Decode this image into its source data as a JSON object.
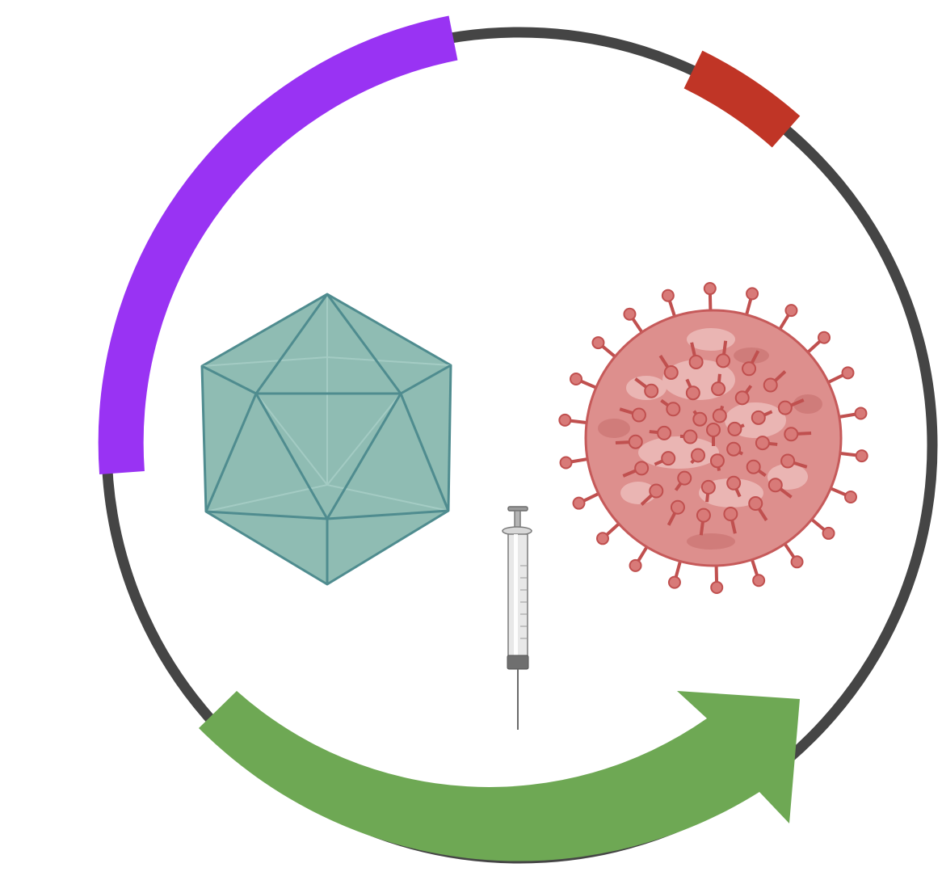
{
  "diagram": {
    "type": "plasmid-map",
    "backbone": {
      "color": "#454545"
    },
    "segments": [
      {
        "name": "purple-segment",
        "color": "#9933f3"
      },
      {
        "name": "red-segment",
        "color": "#c03526"
      },
      {
        "name": "green-arrow",
        "color": "#6ea854"
      }
    ],
    "icons": [
      {
        "name": "icosahedron-capsid-icon",
        "fill": "#8fbcb3",
        "stroke": "#4f8c8f"
      },
      {
        "name": "syringe-icon",
        "color": "#7a7a7a"
      },
      {
        "name": "virus-icon",
        "fill": "#dd8f8d",
        "stroke": "#c65a5a"
      }
    ]
  }
}
